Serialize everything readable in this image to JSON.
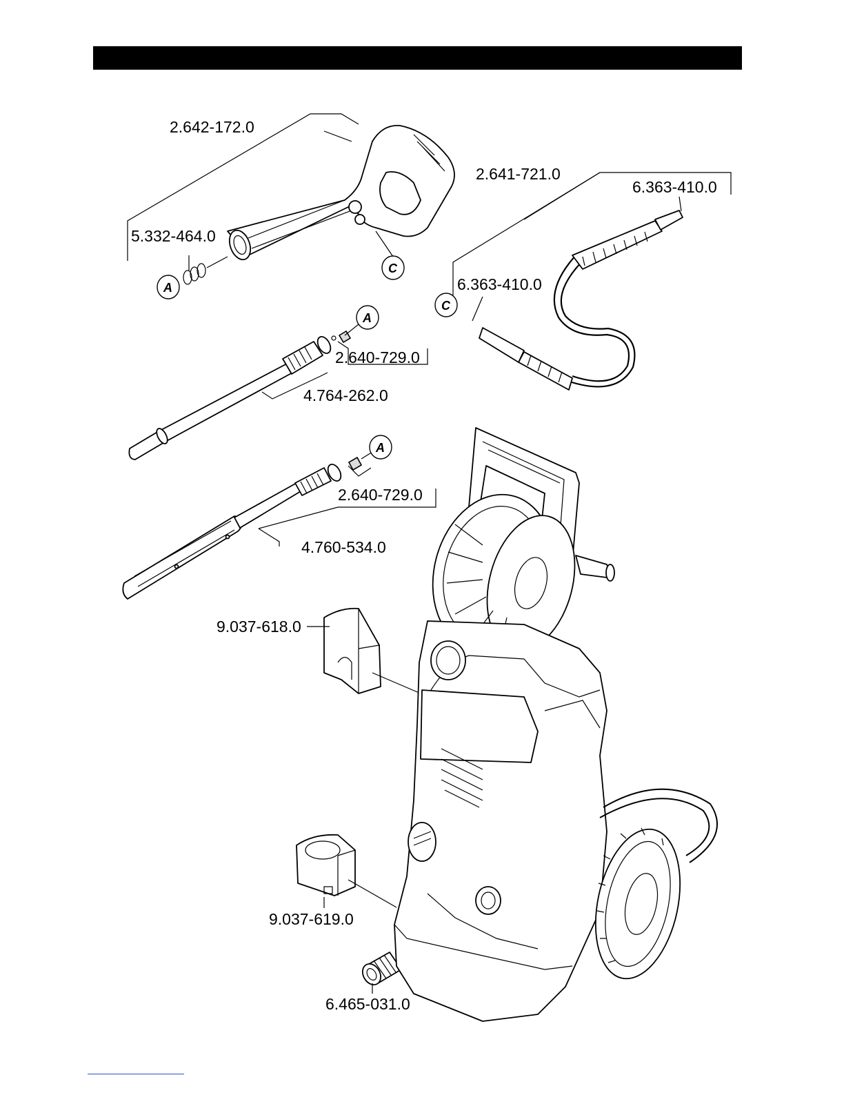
{
  "part_numbers": {
    "trigger_gun": "2.642-172.0",
    "gun_seal": "5.332-464.0",
    "hose": "2.641-721.0",
    "hose_oring_top": "6.363-410.0",
    "hose_oring_bottom": "6.363-410.0",
    "nozzle_1": "2.640-729.0",
    "lance_1": "4.764-262.0",
    "nozzle_2": "2.640-729.0",
    "lance_2": "4.760-534.0",
    "holder_1": "9.037-618.0",
    "holder_2": "9.037-619.0",
    "connector": "6.465-031.0"
  },
  "callouts": {
    "a1": "A",
    "c1": "C",
    "c2": "C",
    "a2": "A",
    "a3": "A"
  }
}
